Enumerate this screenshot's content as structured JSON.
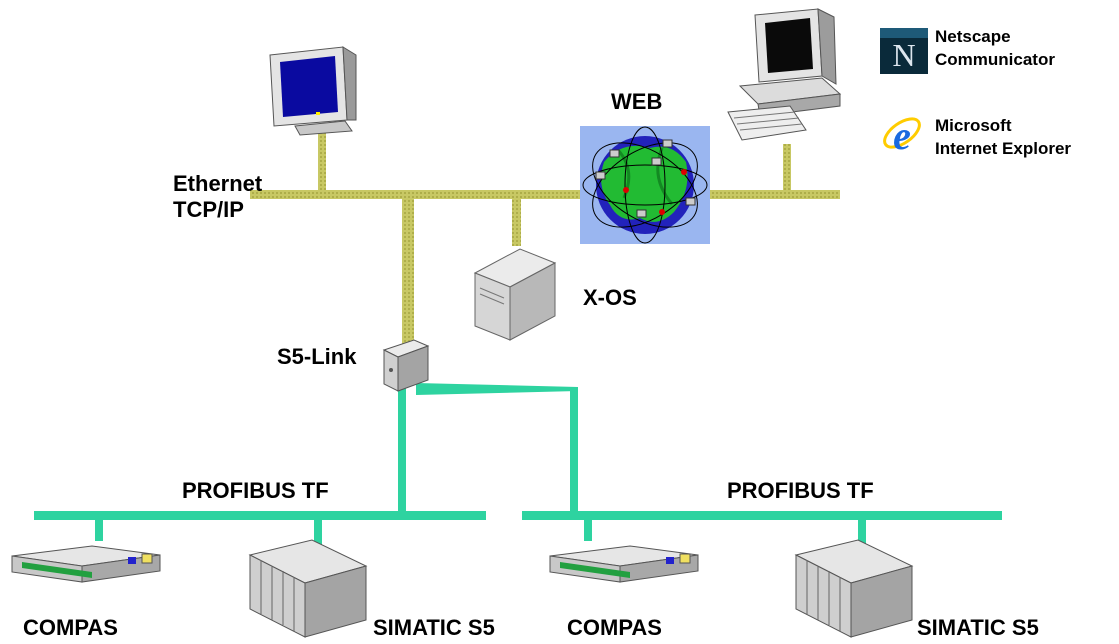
{
  "labels": {
    "ethernet": "Ethernet",
    "tcpip": "TCP/IP",
    "web": "WEB",
    "xos": "X-OS",
    "s5link": "S5-Link",
    "profibus_left": "PROFIBUS TF",
    "profibus_right": "PROFIBUS TF",
    "compas_left": "COMPAS",
    "compas_right": "COMPAS",
    "simatic_left": "SIMATIC S5",
    "simatic_right": "SIMATIC S5"
  },
  "browsers": {
    "netscape_line1": "Netscape",
    "netscape_line2": "Communicator",
    "netscape_logo_letter": "N",
    "ie_line1": "Microsoft",
    "ie_line2": "Internet Explorer",
    "ie_logo_letter": "e"
  },
  "colors": {
    "ethernet_bus": "#c8c864",
    "profibus_bus": "#2ed3a0",
    "globe_bg": "#9ab6f0",
    "monitor_screen": "#0a0aa0"
  },
  "icons": [
    "monitor-icon",
    "desktop-computer-icon",
    "globe-network-icon",
    "server-tower-icon",
    "s5-link-module-icon",
    "compas-device-icon",
    "simatic-rack-icon",
    "netscape-logo-icon",
    "internet-explorer-logo-icon"
  ]
}
